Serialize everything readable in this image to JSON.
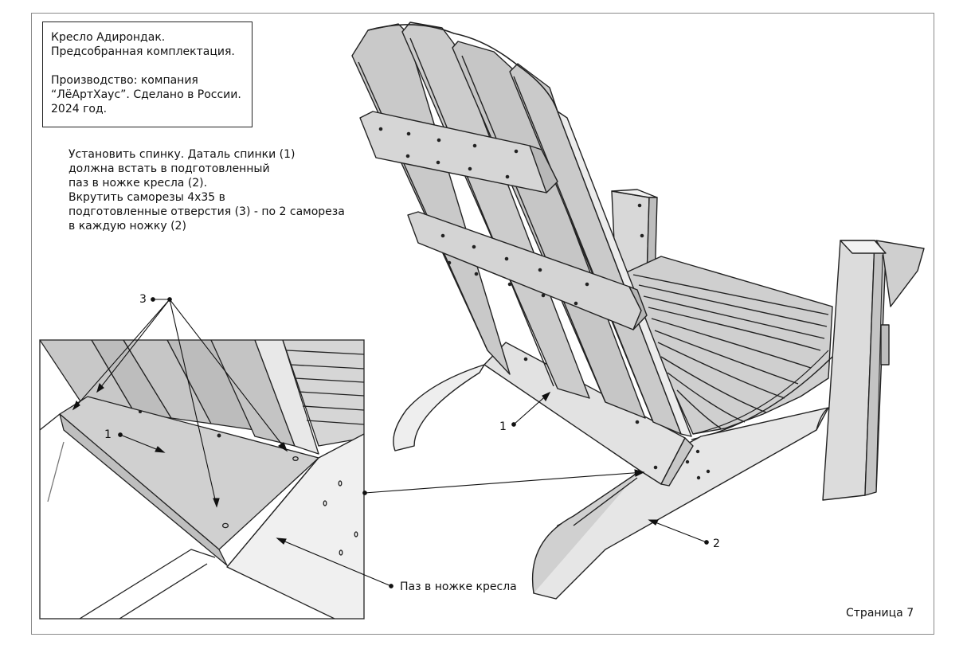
{
  "title_block": {
    "line1": "Кресло Адирондак.",
    "line2": "Предсобранная комплектация.",
    "line3": "Производство: компания",
    "line4": "“ЛёАртХаус”. Сделано в России.",
    "line5": "2024 год."
  },
  "instructions": {
    "line1": "Установить спинку. Даталь спинки (1)",
    "line2": "должна встать в подготовленный",
    "line3": "паз в ножке кресла (2).",
    "line4": "Вкрутить саморезы 4х35 в",
    "line5": "подготовленные отверстия (3) - по 2 самореза",
    "line6": "в каждую ножку (2)"
  },
  "callouts": {
    "screws": "3",
    "back_part_detail": "1",
    "back_part_main": "1",
    "leg_main": "2",
    "slot": "Паз в ножке кресла"
  },
  "footer": {
    "page": "Страница 7"
  }
}
